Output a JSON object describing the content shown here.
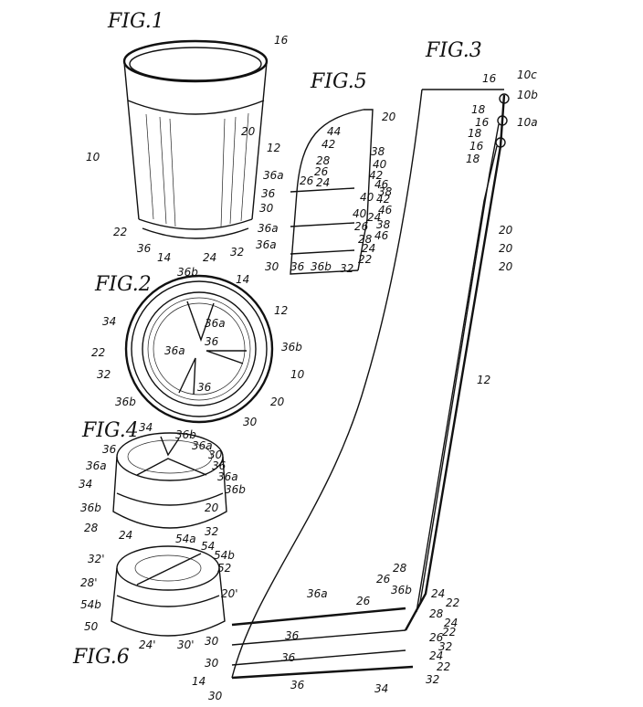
{
  "figures": {
    "fig1": "FIG.1",
    "fig2": "FIG.2",
    "fig3": "FIG.3",
    "fig4": "FIG.4",
    "fig5": "FIG.5",
    "fig6": "FIG.6"
  },
  "labels": {
    "f1_16": "16",
    "f1_10": "10",
    "f1_20": "20",
    "f1_12": "12",
    "f1_22": "22",
    "f1_36": "36",
    "f1_14": "14",
    "f1_24": "24",
    "f1_32": "32",
    "f2_36b_top": "36b",
    "f2_14": "14",
    "f2_12": "12",
    "f2_34": "34",
    "f2_36a_top": "36a",
    "f2_36_mid": "36",
    "f2_36a_left": "36a",
    "f2_36b_right": "36b",
    "f2_22": "22",
    "f2_32": "32",
    "f2_10": "10",
    "f2_36_bot": "36",
    "f2_36b_bot": "36b",
    "f2_20": "20",
    "f2_30": "30",
    "f4_34": "34",
    "f4_36b_top": "36b",
    "f4_36_top": "36",
    "f4_36a_top": "36a",
    "f4_30": "30",
    "f4_36a_left": "36a",
    "f4_36_right": "36",
    "f4_36a_right": "36a",
    "f4_34_left": "34",
    "f4_36b_right": "36b",
    "f4_36b_left": "36b",
    "f4_20": "20",
    "f4_28": "28",
    "f4_24": "24",
    "f4_32": "32",
    "f6_54a": "54a",
    "f6_54": "54",
    "f6_54b": "54b",
    "f6_32p": "32'",
    "f6_52": "52",
    "f6_28p": "28'",
    "f6_20p": "20'",
    "f6_54b_left": "54b",
    "f6_50": "50",
    "f6_24p": "24'",
    "f6_30p": "30'",
    "f5_20": "20",
    "f5_44": "44",
    "f5_42_top": "42",
    "f5_38_top": "38",
    "f5_28": "28",
    "f5_40_top": "40",
    "f5_26": "26",
    "f5_36a_top": "36a",
    "f5_42_mid": "42",
    "f5_26b": "26",
    "f5_24_top": "24",
    "f5_46_top": "46",
    "f5_38_mid": "38",
    "f5_36": "36",
    "f5_40_mid": "40",
    "f5_42_bot": "42",
    "f5_30_top": "30",
    "f5_46_mid": "46",
    "f5_40_bot": "40",
    "f5_24_mid": "24",
    "f5_36a_mid": "36a",
    "f5_38_bot": "38",
    "f5_26_mid": "26",
    "f5_46_bot": "46",
    "f5_36a_bot": "36a",
    "f5_28b": "28",
    "f5_24_bot": "24",
    "f5_22": "22",
    "f5_30_bot": "30",
    "f5_36_bot": "36",
    "f5_36b": "36b",
    "f5_32": "32",
    "f3_16_top": "16",
    "f3_10c": "10c",
    "f3_10b": "10b",
    "f3_18_a": "18",
    "f3_16_mid": "16",
    "f3_10a": "10a",
    "f3_18_b": "18",
    "f3_16_bot": "16",
    "f3_18_c": "18",
    "f3_20_a": "20",
    "f3_20_b": "20",
    "f3_20_c": "20",
    "f3_12": "12",
    "f3_28_top": "28",
    "f3_26_top": "26",
    "f3_36b": "36b",
    "f3_24_a": "24",
    "f3_36a": "36a",
    "f3_26_b": "26",
    "f3_22_a": "22",
    "f3_28_mid": "28",
    "f3_24_b": "24",
    "f3_22_b": "22",
    "f3_30_a": "30",
    "f3_36_a": "36",
    "f3_26_c": "26",
    "f3_32_a": "32",
    "f3_24_c": "24",
    "f3_30_b": "30",
    "f3_36_b": "36",
    "f3_22_c": "22",
    "f3_14": "14",
    "f3_32_b": "32",
    "f3_30_c": "30",
    "f3_36_c": "36",
    "f3_34": "34"
  }
}
